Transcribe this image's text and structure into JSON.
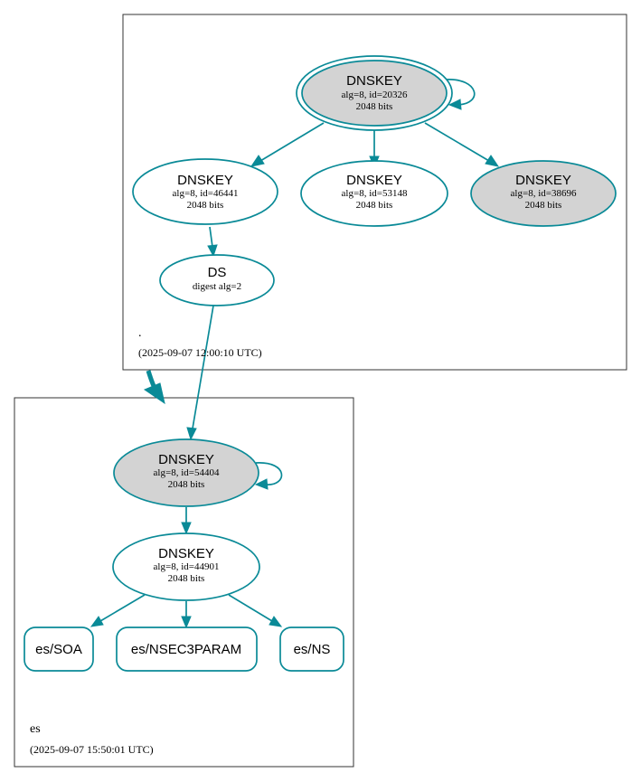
{
  "colors": {
    "edge": "#0a8a97",
    "sep_fill": "#d3d3d3",
    "plain_fill": "#ffffff"
  },
  "zones": {
    "root": {
      "name": ".",
      "timestamp": "(2025-09-07 12:00:10 UTC)"
    },
    "es": {
      "name": "es",
      "timestamp": "(2025-09-07 15:50:01 UTC)"
    }
  },
  "nodes": {
    "root_ksk": {
      "title": "DNSKEY",
      "line1": "alg=8, id=20326",
      "line2": "2048 bits"
    },
    "root_zsk1": {
      "title": "DNSKEY",
      "line1": "alg=8, id=46441",
      "line2": "2048 bits"
    },
    "root_zsk2": {
      "title": "DNSKEY",
      "line1": "alg=8, id=53148",
      "line2": "2048 bits"
    },
    "root_zsk3": {
      "title": "DNSKEY",
      "line1": "alg=8, id=38696",
      "line2": "2048 bits"
    },
    "es_ds": {
      "title": "DS",
      "line1": "digest alg=2"
    },
    "es_ksk": {
      "title": "DNSKEY",
      "line1": "alg=8, id=54404",
      "line2": "2048 bits"
    },
    "es_zsk": {
      "title": "DNSKEY",
      "line1": "alg=8, id=44901",
      "line2": "2048 bits"
    },
    "es_soa": {
      "title": "es/SOA"
    },
    "es_nsec3param": {
      "title": "es/NSEC3PARAM"
    },
    "es_ns": {
      "title": "es/NS"
    }
  }
}
